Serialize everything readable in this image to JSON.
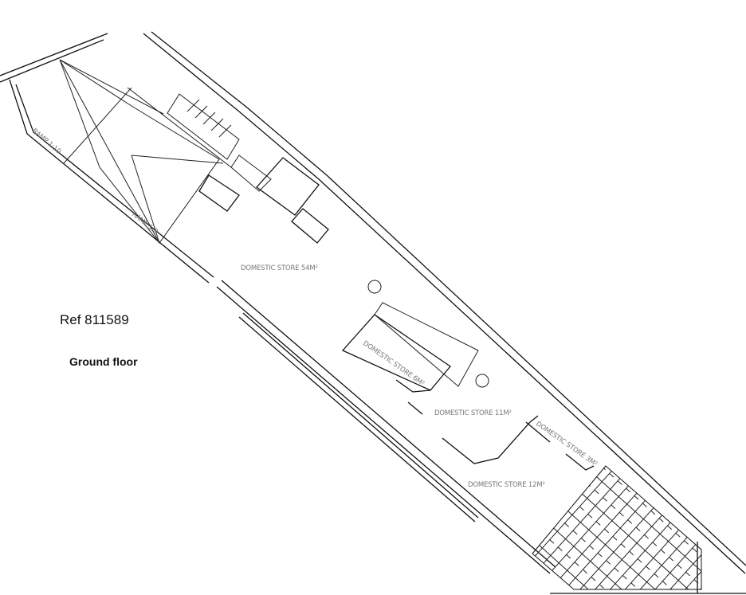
{
  "ref": "Ref 811589",
  "floor": "Ground floor",
  "rooms": [
    {
      "label": "DOMESTIC STORE 54M²"
    },
    {
      "label": "DOMESTIC STORE 6M²"
    },
    {
      "label": "DOMESTIC STORE 11M²"
    },
    {
      "label": "DOMESTIC STORE 3M²"
    },
    {
      "label": "DOMESTIC STORE 12M²"
    }
  ],
  "ramps": [
    {
      "label": "RAMP 1:10"
    },
    {
      "label": "RAMP 1:8"
    }
  ],
  "colors": {
    "walls": "#111111",
    "labels": "#777777"
  }
}
